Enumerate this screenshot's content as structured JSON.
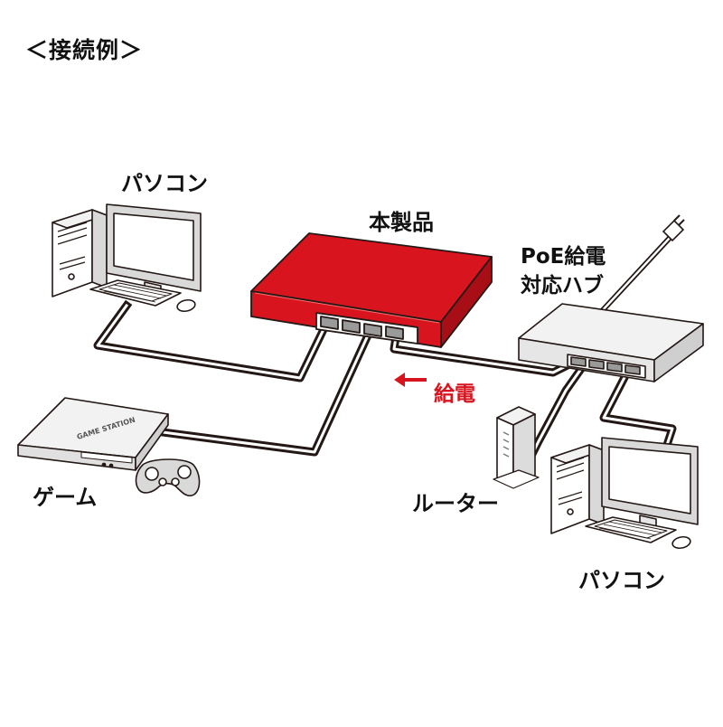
{
  "title": "＜接続例＞",
  "labels": {
    "pc_left": "パソコン",
    "product": "本製品",
    "poe_hub_line1": "PoE給電",
    "poe_hub_line2": "対応ハブ",
    "game": "ゲーム",
    "router": "ルーター",
    "pc_right": "パソコン",
    "power_feed": "給電",
    "console_badge": "GAME STATION"
  },
  "colors": {
    "product": "#d8141e",
    "product_dark": "#a80e16",
    "cable": "#231815",
    "power_arrow": "#d8141e",
    "device_gray": "#e6e6e6"
  }
}
